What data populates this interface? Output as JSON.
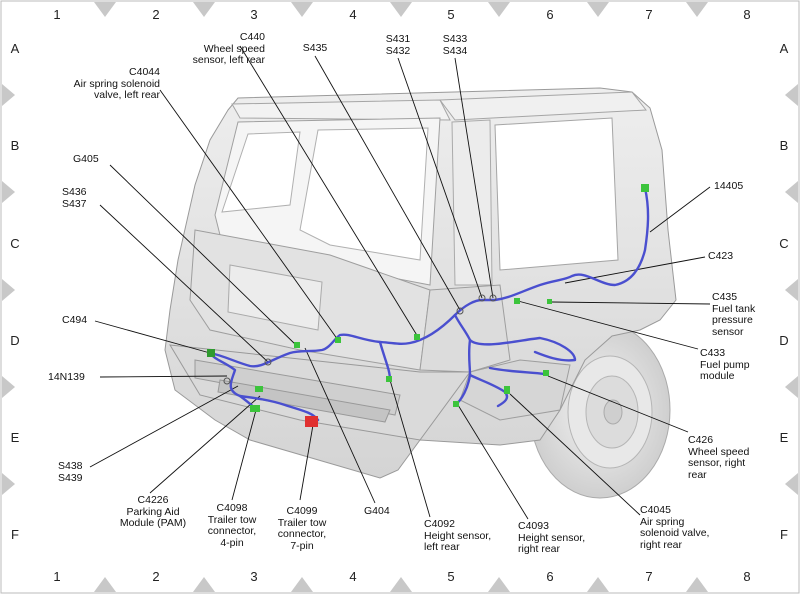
{
  "grid": {
    "columns": [
      "1",
      "2",
      "3",
      "4",
      "5",
      "6",
      "7",
      "8"
    ],
    "rows": [
      "A",
      "B",
      "C",
      "D",
      "E",
      "F"
    ]
  },
  "callouts": {
    "c440": "C440\nWheel speed\nsensor, left rear",
    "c4044": "C4044\nAir spring solenoid\nvalve, left rear",
    "s435": "S435",
    "s431": "S431\nS432",
    "s433": "S433\nS434",
    "g405": "G405",
    "s436": "S436\nS437",
    "c494": "C494",
    "n14n139": "14N139",
    "s438": "S438\nS439",
    "c4226": "C4226\nParking Aid\nModule (PAM)",
    "c4098": "C4098\nTrailer tow\nconnector,\n4-pin",
    "c4099": "C4099\nTrailer tow\nconnector,\n7-pin",
    "g404": "G404",
    "c4092": "C4092\nHeight sensor,\nleft rear",
    "c4093": "C4093\nHeight sensor,\nright rear",
    "c4045": "C4045\nAir spring\nsolenoid valve,\nright rear",
    "c426": "C426\nWheel speed\nsensor, right\nrear",
    "c433": "C433\nFuel pump\nmodule",
    "c435": "C435\nFuel tank\npressure\nsensor",
    "c423": "C423",
    "n14405": "14405"
  },
  "colors": {
    "harness": "#4a4fcf",
    "connector": "#3cc43c",
    "trailer_7pin": "#e03030",
    "vehicle_fill": "#e4e4e4",
    "vehicle_stroke": "#9a9a9a",
    "border_marker": "#c8c8c8"
  }
}
